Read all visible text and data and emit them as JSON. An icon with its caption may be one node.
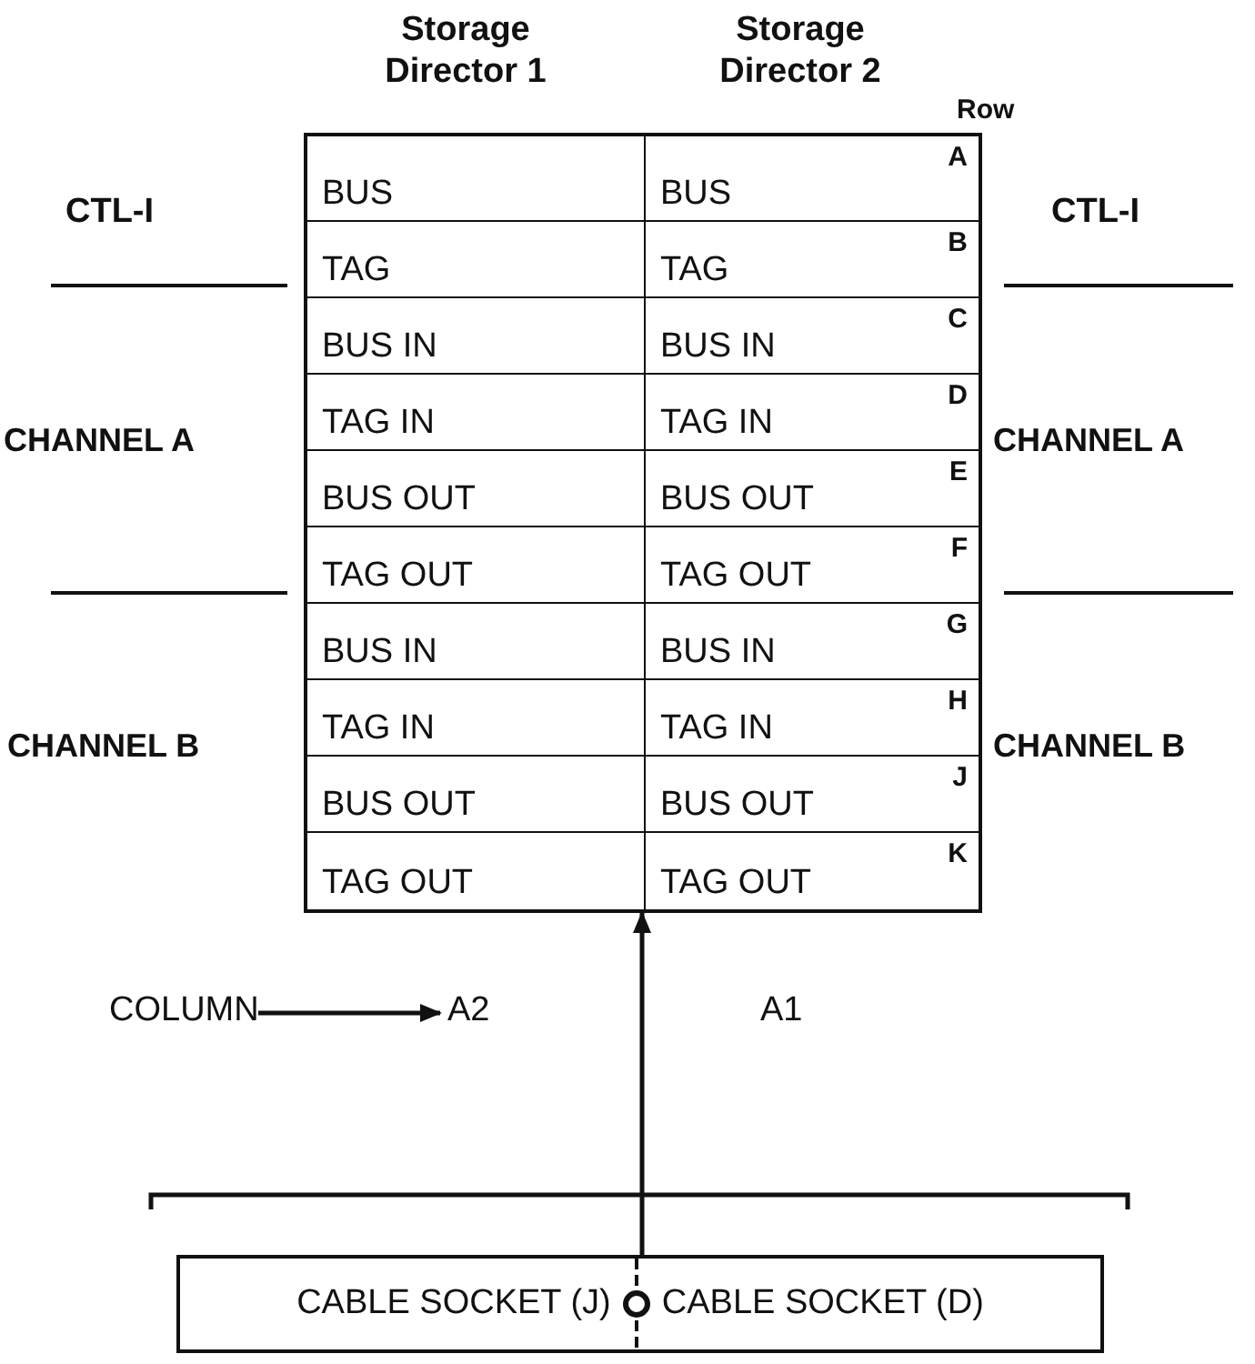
{
  "diagram": {
    "nodes": [
      {
        "text": [
          "COLUMN"
        ]
      },
      {
        "text": [
          "A2"
        ]
      },
      {
        "text": [
          "CABLE SOCKET (J)",
          "CABLE SOCKET (D)"
        ]
      },
      {
        "text": [],
        "shape": "box"
      }
    ],
    "edges": [
      {
        "from": 0,
        "to": 1,
        "arrow": "to"
      },
      {
        "from": 2,
        "to": 3,
        "arrow": "to"
      }
    ],
    "labels": [
      "Storage Director 1",
      "Storage Director 2",
      "Row",
      "BUS",
      "BUS",
      "A",
      "TAG",
      "TAG",
      "B",
      "BUS IN",
      "BUS IN",
      "C",
      "TAG IN",
      "TAG IN",
      "D",
      "BUS OUT",
      "BUS OUT",
      "E",
      "TAG OUT",
      "TAG OUT",
      "F",
      "BUS IN",
      "BUS IN",
      "G",
      "TAG IN",
      "TAG IN",
      "H",
      "BUS OUT",
      "BUS OUT",
      "J",
      "TAG OUT",
      "TAG OUT",
      "K",
      "CTL-I",
      "CTL-I",
      "CHANNEL A",
      "CHANNEL A",
      "CHANNEL B",
      "CHANNEL B",
      "A1"
    ]
  }
}
